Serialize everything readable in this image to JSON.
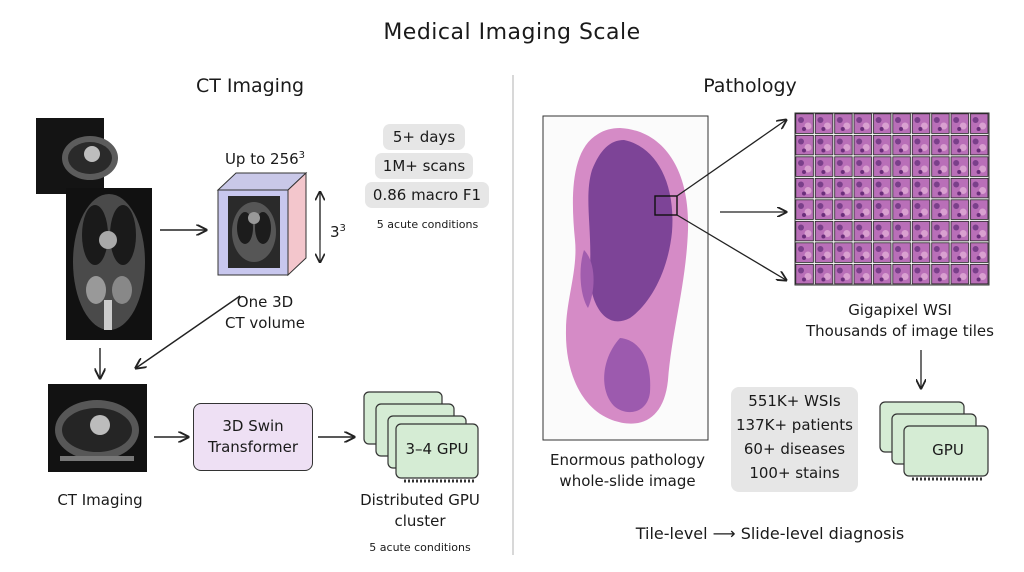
{
  "title": "Medical Imaging Scale",
  "ct": {
    "heading": "CT Imaging",
    "volume_size_prefix": "Up to 256",
    "volume_size_exp": "3",
    "patch_base": "3",
    "patch_exp": "3",
    "volume_label_line1": "One 3D",
    "volume_label_line2": "CT volume",
    "stats": [
      "5+ days",
      "1M+ scans",
      "0.86 macro F1"
    ],
    "stats_note": "5 acute conditions",
    "model_line1": "3D Swin",
    "model_line2": "Transformer",
    "gpu_label": "3–4 GPU",
    "slice_label": "CT Imaging",
    "cluster_line1": "Distributed GPU",
    "cluster_line2": "cluster",
    "cluster_note": "5 acute conditions"
  },
  "pathology": {
    "heading": "Pathology",
    "wsi_label_line1": "Enormous pathology",
    "wsi_label_line2": "whole-slide image",
    "tiles_label_line1": "Gigapixel WSI",
    "tiles_label_line2": "Thousands of image tiles",
    "stats": [
      "551K+ WSIs",
      "137K+ patients",
      "60+ diseases",
      "100+ stains"
    ],
    "gpu_label": "GPU",
    "diagnosis_from": "Tile-level",
    "diagnosis_arrow": "⟶",
    "diagnosis_to": "Slide-level diagnosis"
  },
  "colors": {
    "gpu_fill": "#d5ecd4",
    "model_fill": "#eee0f4",
    "stat_fill": "#e6e6e6",
    "tissue": "#a25aa8"
  }
}
